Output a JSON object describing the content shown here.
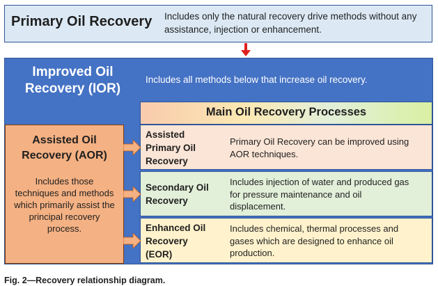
{
  "primary": {
    "title": "Primary Oil Recovery",
    "description_line1": "Includes only the natural recovery drive methods without any",
    "description_line2": "assistance, injection or enhancement."
  },
  "ior": {
    "title_line1": "Improved Oil",
    "title_line2": "Recovery (IOR)",
    "description": "Includes all methods below that increase oil recovery."
  },
  "main_header": "Main Oil Recovery Processes",
  "aor": {
    "title_line1": "Assisted Oil",
    "title_line2": "Recovery (AOR)",
    "description_lines": [
      "Includes those",
      "techniques and methods",
      "which primarily assist the",
      "principal recovery",
      "process."
    ]
  },
  "processes": [
    {
      "title_lines": [
        "Assisted",
        "Primary Oil",
        "Recovery"
      ],
      "description_lines": [
        "Primary Oil Recovery can be improved using",
        "AOR techniques."
      ]
    },
    {
      "title_lines": [
        "Secondary Oil",
        "Recovery"
      ],
      "description_lines": [
        "Includes injection of water and produced gas",
        "for pressure maintenance and oil",
        "displacement."
      ]
    },
    {
      "title_lines": [
        "Enhanced Oil",
        "Recovery",
        "(EOR)"
      ],
      "description_lines": [
        "Includes chemical, thermal processes and",
        "gases which are designed to enhance oil",
        "production."
      ]
    }
  ],
  "caption": "Fig. 2—Recovery relationship diagram.",
  "colors": {
    "ior_blue": "#4472c4",
    "border_blue": "#2f5597",
    "aor_orange": "#f4b183",
    "arrow_orange": "#f4b183",
    "red_arrow": "#e02020"
  }
}
